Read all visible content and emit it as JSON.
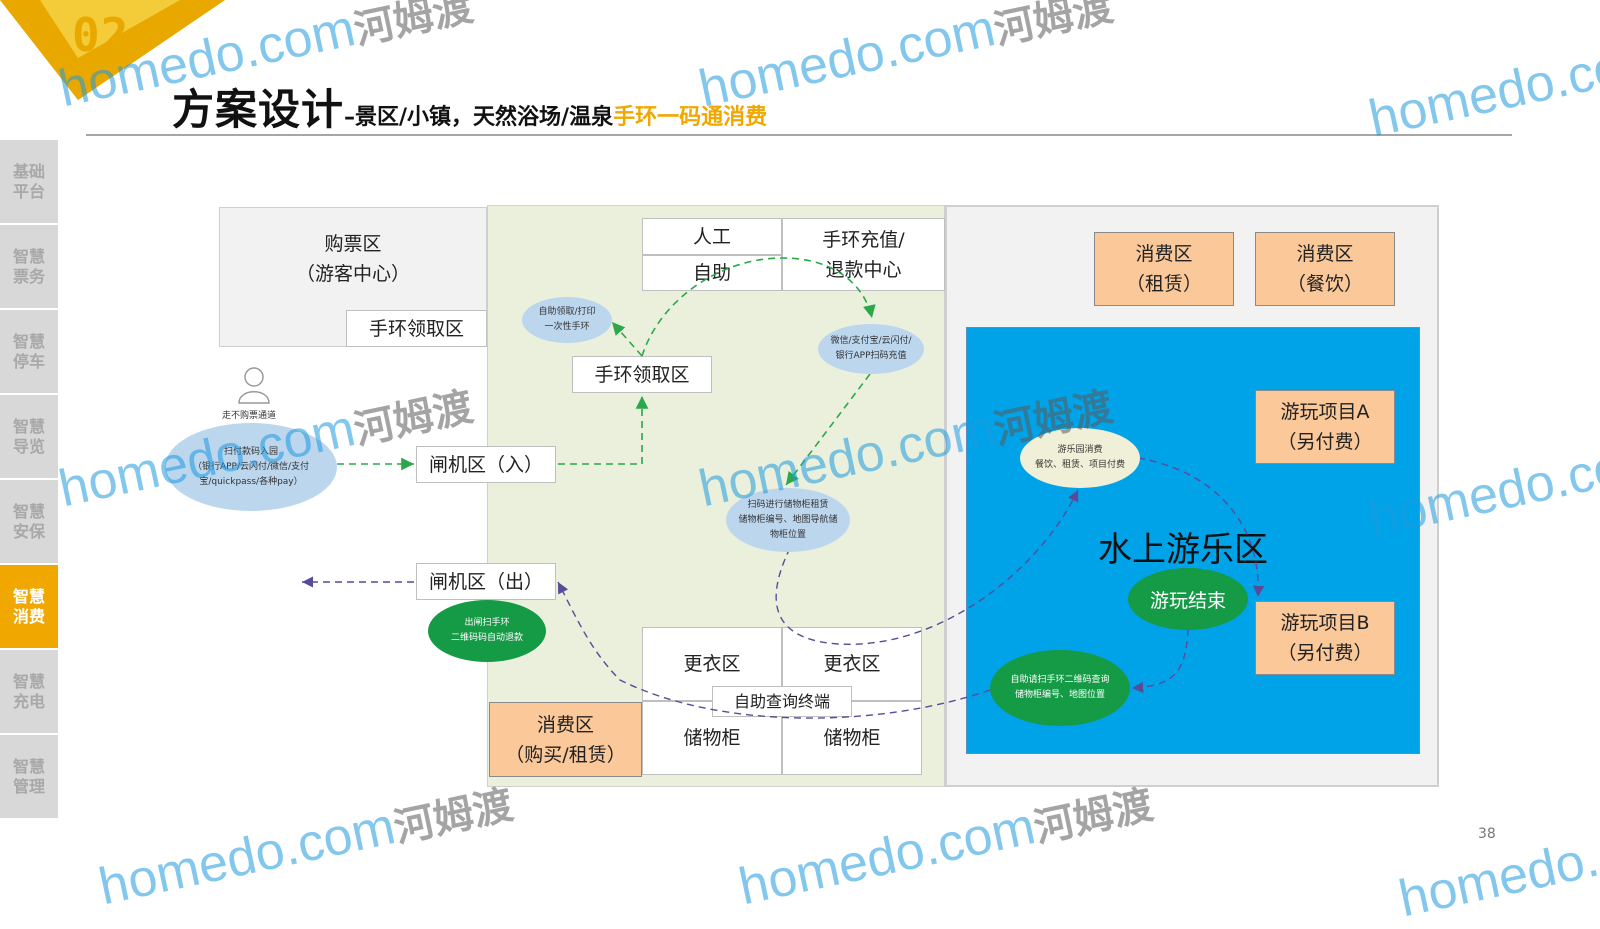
{
  "badge": {
    "number": "02"
  },
  "title": {
    "main": "方案设计",
    "sub": "–景区/小镇，天然浴场/温泉",
    "highlight": "手环一码通消费"
  },
  "sidebar": {
    "items": [
      {
        "label": "基础平台",
        "active": false
      },
      {
        "label": "智慧票务",
        "active": false
      },
      {
        "label": "智慧停车",
        "active": false
      },
      {
        "label": "智慧导览",
        "active": false
      },
      {
        "label": "智慧安保",
        "active": false
      },
      {
        "label": "智慧消费",
        "active": true
      },
      {
        "label": "智慧充电",
        "active": false
      },
      {
        "label": "智慧管理",
        "active": false
      }
    ]
  },
  "diagram": {
    "ticket_area": {
      "line1": "购票区",
      "line2": "（游客中心）"
    },
    "band_pickup_top": "手环领取区",
    "band_pickup_mid": "手环领取区",
    "manual": "人工",
    "self": "自助",
    "recharge": {
      "line1": "手环充值/",
      "line2": "退款中心"
    },
    "no_ticket": "走不购票通道",
    "scan_entry": {
      "line1": "扫付款码入园",
      "line2": "（银行APP/云闪付/微信/支付",
      "line3": "宝/quickpass/各种pay）"
    },
    "gate_in": "闸机区（入）",
    "gate_out": "闸机区（出）",
    "exit_scan": {
      "line1": "出闸扫手环",
      "line2": "二维码码自动退款"
    },
    "self_pickup": {
      "line1": "自助领取/打印",
      "line2": "一次性手环"
    },
    "wechat_recharge": {
      "line1": "微信/支付宝/云闪付/",
      "line2": "银行APP扫码充值"
    },
    "locker_scan": {
      "line1": "扫码进行储物柜租赁",
      "line2": "储物柜编号、地图导航储",
      "line3": "物柜位置"
    },
    "changing_1": "更衣区",
    "changing_2": "更衣区",
    "query_terminal": "自助查询终端",
    "locker_1": "储物柜",
    "locker_2": "储物柜",
    "consume_buy": {
      "line1": "消费区",
      "line2": "（购买/租赁）"
    },
    "consume_rent": {
      "line1": "消费区",
      "line2": "（租赁）"
    },
    "consume_food": {
      "line1": "消费区",
      "line2": "（餐饮）"
    },
    "water_zone": "水上游乐区",
    "project_a": {
      "line1": "游玩项目A",
      "line2": "（另付费）"
    },
    "project_b": {
      "line1": "游玩项目B",
      "line2": "（另付费）"
    },
    "play_end": "游玩结束",
    "park_consume": {
      "line1": "游乐园消费",
      "line2": "餐饮、租赁、项目付费"
    },
    "self_scan_query": {
      "line1": "自助请扫手环二维码查询",
      "line2": "储物柜编号、地图位置"
    }
  },
  "page_number": "38",
  "watermark": {
    "latin": "homedo.com",
    "cn": "河姆渡"
  }
}
